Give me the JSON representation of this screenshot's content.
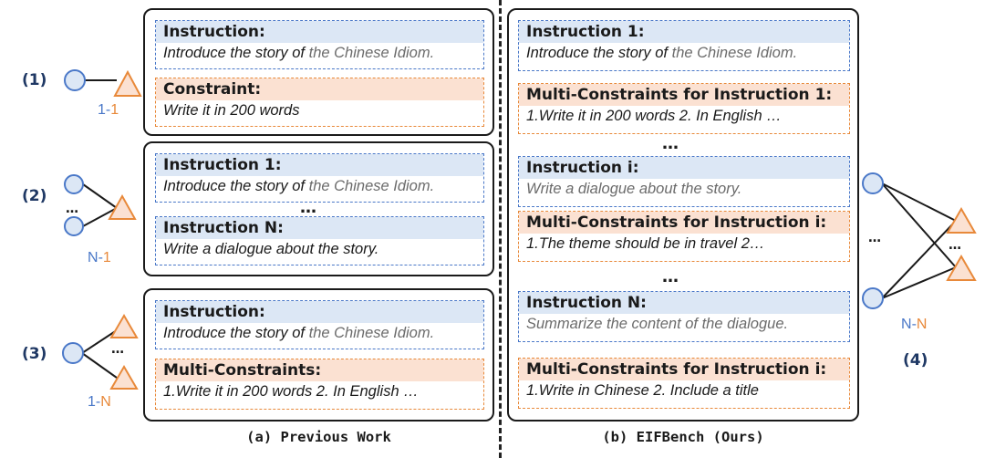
{
  "instruction_1": "Instruction 1:",
  "instruction_n": "Instruction N:",
  "instruction_i": "Instruction i:",
  "instruction": "Instruction:",
  "constraint": "Constraint:",
  "multi_constraints": "Multi-Constraints:",
  "mc_instr_1": "Multi-Constraints for Instruction 1:",
  "mc_instr_i": "Multi-Constraints for Instruction i:",
  "text_idiom_prefix": "Introduce the story of",
  "text_idiom_suffix": "the Chinese Idiom.",
  "text_200": "Write it in 200 words",
  "text_dialogue": "Write a dialogue about the story.",
  "text_multi_prev": "1.Write it in 200 words    2. In English …",
  "text_multi_ours_1": "1.Write it in 200 words  2. In English …",
  "text_travel": "1.The theme should be in travel    2…",
  "text_summarize": "Summarize the content of the dialogue.",
  "text_chinese": "1.Write in Chinese 2. Include a title",
  "ellipsis": "…",
  "labels": {
    "l1": "(1)",
    "l2": "(2)",
    "l3": "(3)",
    "l4": "(4)"
  },
  "ratios": {
    "r1": {
      "left": "1",
      "sep": "-",
      "right": "1"
    },
    "r2": {
      "left": "N",
      "sep": "-",
      "right": "1"
    },
    "r3": {
      "left": "1",
      "sep": "-",
      "right": "N"
    },
    "r4": {
      "left": "N",
      "sep": "-",
      "right": "N"
    }
  },
  "captions": {
    "left": "(a) Previous Work",
    "right": "(b) EIFBench (Ours)"
  },
  "colors": {
    "blue_fill": "#dce7f5",
    "orange_fill": "#fbe1d2",
    "node_blue": "#4a78c8",
    "node_orange": "#e8893a",
    "label_navy": "#1f3864"
  }
}
